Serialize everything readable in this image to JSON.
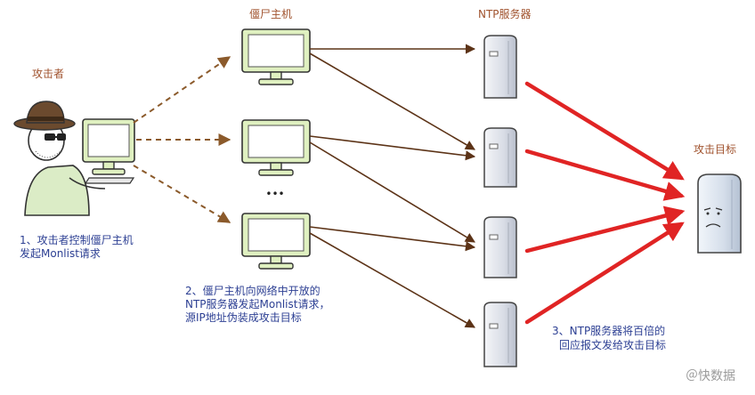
{
  "labels": {
    "attacker": "攻击者",
    "zombie_hosts": "僵尸主机",
    "ntp_servers": "NTP服务器",
    "target": "攻击目标",
    "ellipsis": "•••"
  },
  "steps": {
    "step1": [
      "1、攻击者控制僵尸主机",
      "发起Monlist请求"
    ],
    "step2": [
      "2、僵尸主机向网络中开放的",
      "NTP服务器发起Monlist请求，",
      "源IP地址伪装成攻击目标"
    ],
    "step3": [
      "3、NTP服务器将百倍的",
      "回应报文发给攻击目标"
    ]
  },
  "watermark": "＠快数据",
  "colors": {
    "label_brown": "#a0522d",
    "label_blue": "#2c3f93",
    "dashed_arrow": "#8b5a2b",
    "solid_arrow": "#5c3317",
    "attack_arrow": "#e02424",
    "monitor_frame": "#dff0c0",
    "monitor_screen": "#ffffff",
    "server_body": "#d9dde6"
  }
}
